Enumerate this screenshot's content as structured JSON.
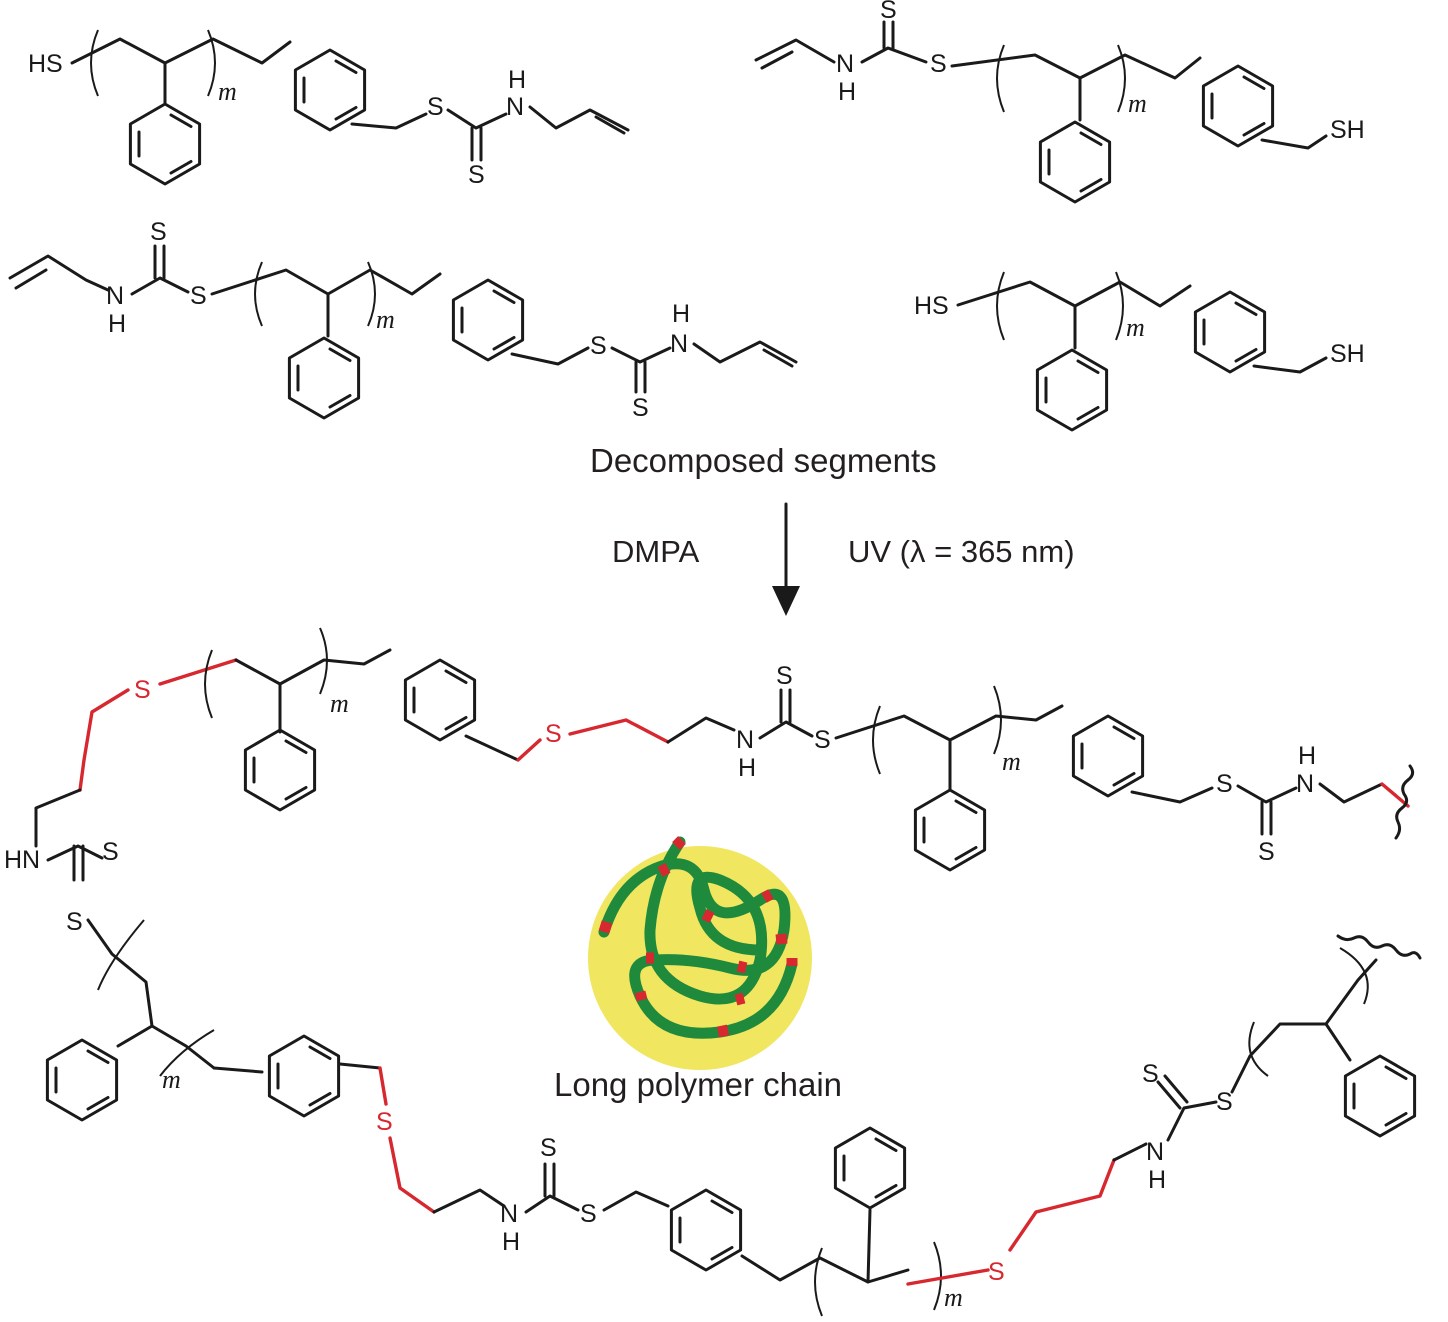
{
  "labels": {
    "decomposed": "Decomposed segments",
    "reagent": "DMPA",
    "conditions": "UV (λ = 365 nm)",
    "product": "Long polymer chain"
  },
  "atoms": {
    "sh": "SH",
    "hs": "HS",
    "s": "S",
    "n": "N",
    "h": "H",
    "nh": "NH",
    "hn": "HN",
    "m": "m"
  },
  "colors": {
    "bond": "#1a1a1a",
    "new_thioether": "#d7282f",
    "polymer_strand": "#1f8a3c",
    "globule": "#f0e660"
  }
}
